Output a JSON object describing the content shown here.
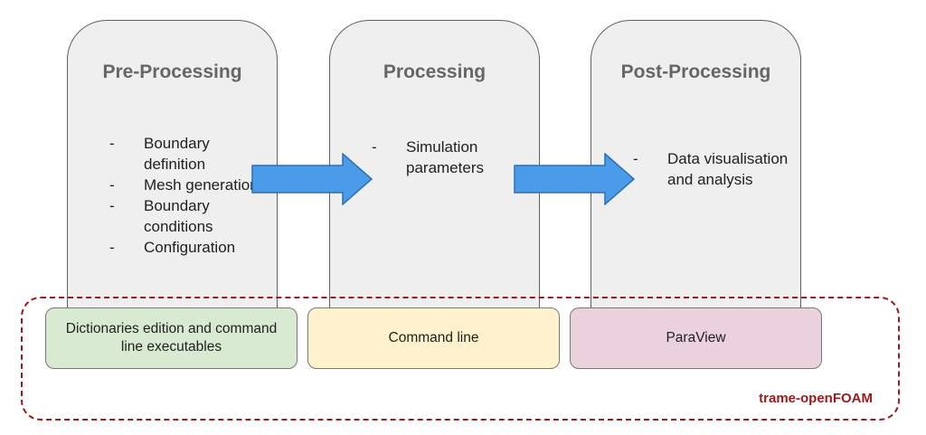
{
  "stages": [
    {
      "title": "Pre-Processing",
      "bullets": [
        "Boundary definition",
        "Mesh generation",
        "Boundary conditions",
        "Configuration"
      ],
      "tool": "Dictionaries edition and command line executables"
    },
    {
      "title": "Processing",
      "bullets": [
        "Simulation parameters"
      ],
      "tool": "Command line"
    },
    {
      "title": "Post-Processing",
      "bullets": [
        "Data visualisation and analysis"
      ],
      "tool": "ParaView"
    }
  ],
  "group_label": "trame-openFOAM",
  "colors": {
    "stage_fill": "#efefef",
    "stage_border": "#5f5f5f",
    "title_text": "#666666",
    "arrow_fill": "#4a9be8",
    "arrow_stroke": "#2f6fb3",
    "tool_pre_fill": "#d9ead3",
    "tool_proc_fill": "#fff2cc",
    "tool_post_fill": "#ead1dc",
    "group_border": "#991b1b"
  }
}
